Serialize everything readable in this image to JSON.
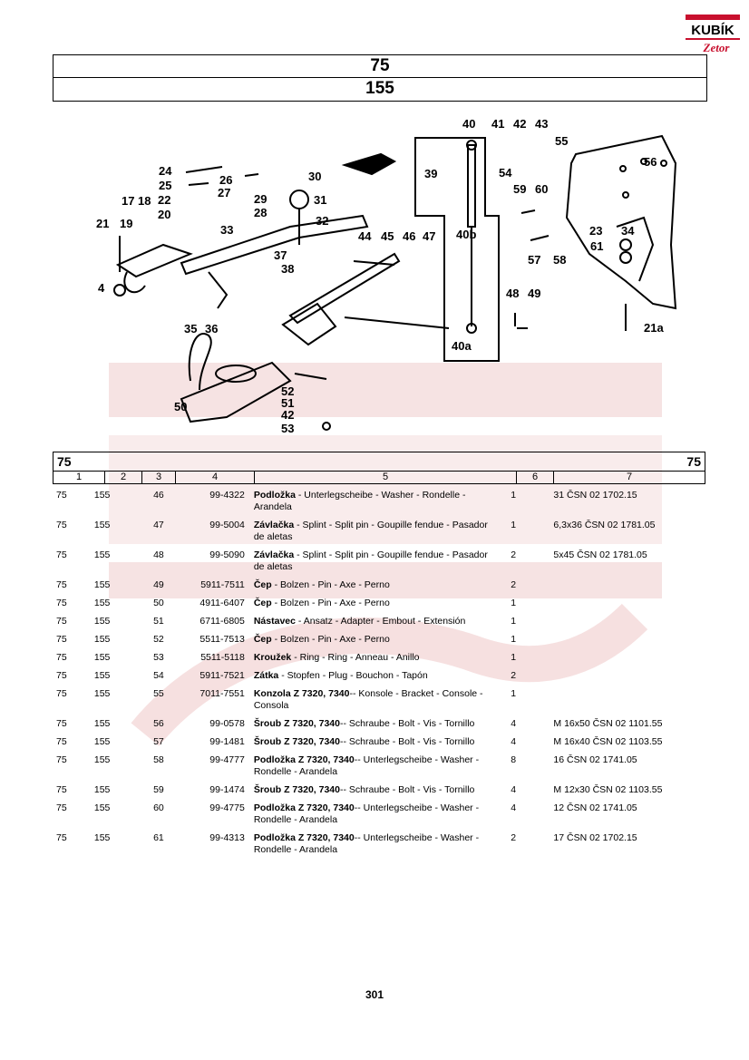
{
  "logo": {
    "brand": "KUBÍK",
    "sub": "Zetor"
  },
  "header": {
    "group": "75",
    "subgroup": "155"
  },
  "diagram_labels": [
    "40",
    "41",
    "42",
    "43",
    "55",
    "24",
    "25",
    "26",
    "30",
    "39",
    "54",
    "56",
    "59",
    "60",
    "17",
    "18",
    "22",
    "27",
    "20",
    "29",
    "28",
    "31",
    "32",
    "21",
    "19",
    "33",
    "40b",
    "23",
    "34",
    "44",
    "45",
    "46",
    "47",
    "61",
    "37",
    "38",
    "57",
    "58",
    "4",
    "48",
    "49",
    "35",
    "36",
    "21a",
    "40a",
    "52",
    "51",
    "50",
    "42",
    "53"
  ],
  "section": {
    "left": "75",
    "right": "75"
  },
  "columns": [
    "1",
    "2",
    "3",
    "4",
    "5",
    "6",
    "7"
  ],
  "rows": [
    {
      "c1": "75",
      "c2": "155",
      "c3": "46",
      "c4": "99-4322",
      "name": "Podložka",
      "desc": " - Unterlegscheibe - Washer - Rondelle - Arandela",
      "qty": "1",
      "spec": "31 ČSN 02 1702.15"
    },
    {
      "c1": "75",
      "c2": "155",
      "c3": "47",
      "c4": "99-5004",
      "name": "Závlačka",
      "desc": " - Splint - Split pin - Goupille fendue - Pasador de aletas",
      "qty": "1",
      "spec": "6,3x36 ČSN 02 1781.05"
    },
    {
      "c1": "75",
      "c2": "155",
      "c3": "48",
      "c4": "99-5090",
      "name": "Závlačka",
      "desc": " - Splint - Split pin - Goupille fendue - Pasador de aletas",
      "qty": "2",
      "spec": "5x45 ČSN 02 1781.05"
    },
    {
      "c1": "75",
      "c2": "155",
      "c3": "49",
      "c4": "5911-7511",
      "name": "Čep",
      "desc": " - Bolzen - Pin - Axe - Perno",
      "qty": "2",
      "spec": ""
    },
    {
      "c1": "75",
      "c2": "155",
      "c3": "50",
      "c4": "4911-6407",
      "name": "Čep",
      "desc": " - Bolzen - Pin - Axe - Perno",
      "qty": "1",
      "spec": ""
    },
    {
      "c1": "75",
      "c2": "155",
      "c3": "51",
      "c4": "6711-6805",
      "name": "Nástavec",
      "desc": " - Ansatz - Adapter - Embout - Extensión",
      "qty": "1",
      "spec": ""
    },
    {
      "c1": "75",
      "c2": "155",
      "c3": "52",
      "c4": "5511-7513",
      "name": "Čep",
      "desc": " - Bolzen - Pin - Axe - Perno",
      "qty": "1",
      "spec": ""
    },
    {
      "c1": "75",
      "c2": "155",
      "c3": "53",
      "c4": "5511-5118",
      "name": "Kroužek",
      "desc": " - Ring - Ring - Anneau - Anillo",
      "qty": "1",
      "spec": ""
    },
    {
      "c1": "75",
      "c2": "155",
      "c3": "54",
      "c4": "5911-7521",
      "name": "Zátka",
      "desc": " - Stopfen - Plug - Bouchon - Tapón",
      "qty": "2",
      "spec": ""
    },
    {
      "c1": "75",
      "c2": "155",
      "c3": "55",
      "c4": "7011-7551",
      "name": "Konzola Z 7320, 7340",
      "desc": "-- Konsole - Bracket - Console - Consola",
      "qty": "1",
      "spec": ""
    },
    {
      "c1": "75",
      "c2": "155",
      "c3": "56",
      "c4": "99-0578",
      "name": "Šroub Z 7320, 7340",
      "desc": "-- Schraube - Bolt - Vis - Tornillo",
      "qty": "4",
      "spec": "M 16x50 ČSN 02 1101.55"
    },
    {
      "c1": "75",
      "c2": "155",
      "c3": "57",
      "c4": "99-1481",
      "name": "Šroub Z 7320, 7340",
      "desc": "-- Schraube - Bolt - Vis - Tornillo",
      "qty": "4",
      "spec": "M 16x40 ČSN 02 1103.55"
    },
    {
      "c1": "75",
      "c2": "155",
      "c3": "58",
      "c4": "99-4777",
      "name": "Podložka Z 7320, 7340",
      "desc": "-- Unterlegscheibe - Washer - Rondelle - Arandela",
      "qty": "8",
      "spec": "16 ČSN 02 1741.05"
    },
    {
      "c1": "75",
      "c2": "155",
      "c3": "59",
      "c4": "99-1474",
      "name": "Šroub Z 7320, 7340",
      "desc": "-- Schraube - Bolt - Vis - Tornillo",
      "qty": "4",
      "spec": "M 12x30 ČSN 02 1103.55"
    },
    {
      "c1": "75",
      "c2": "155",
      "c3": "60",
      "c4": "99-4775",
      "name": "Podložka Z 7320, 7340",
      "desc": "-- Unterlegscheibe - Washer - Rondelle - Arandela",
      "qty": "4",
      "spec": "12 ČSN 02 1741.05"
    },
    {
      "c1": "75",
      "c2": "155",
      "c3": "61",
      "c4": "99-4313",
      "name": "Podložka Z 7320, 7340",
      "desc": "-- Unterlegscheibe - Washer - Rondelle - Arandela",
      "qty": "2",
      "spec": "17 ČSN 02 1702.15"
    }
  ],
  "footer": {
    "page": "301"
  }
}
